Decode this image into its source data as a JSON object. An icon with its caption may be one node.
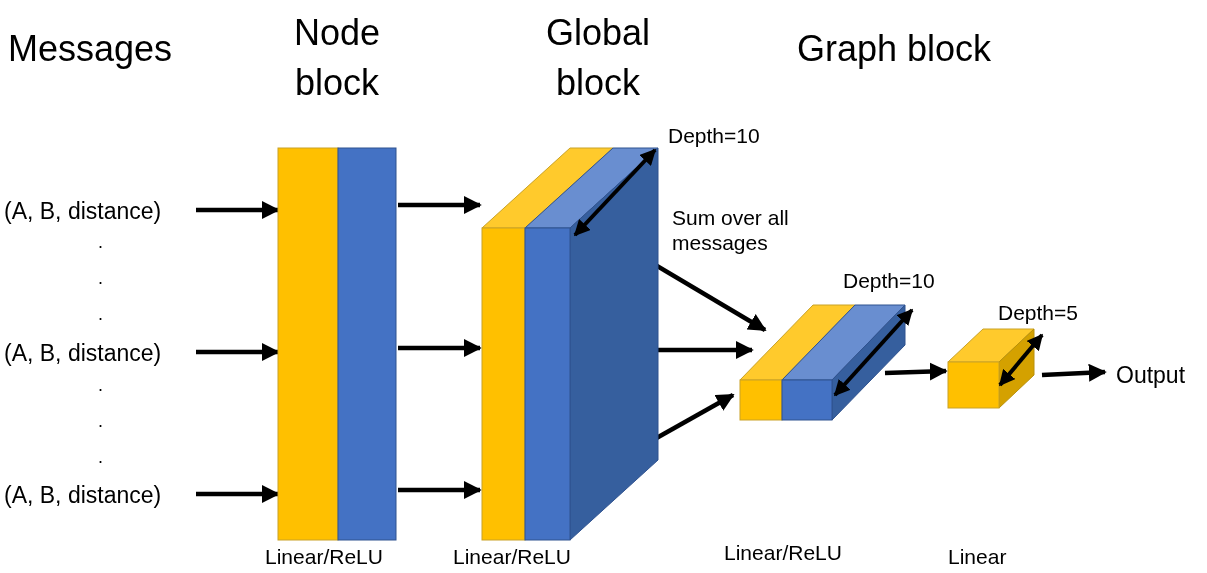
{
  "diagram": {
    "nodes": [
      {
        "text": [
          "(A, B, distance)"
        ]
      },
      {
        "text": [
          "(A, B, distance)"
        ]
      },
      {
        "text": [
          "(A, B, distance)"
        ]
      },
      {
        "text": [
          "Node block"
        ],
        "beside": [
          "Linear/ReLU"
        ]
      },
      {
        "text": [
          "Global block"
        ],
        "beside": [
          "Depth=10",
          "Linear/ReLU"
        ]
      },
      {
        "text": [],
        "shape": "box",
        "beside": [
          "Depth=10"
        ]
      },
      {
        "text": [],
        "shape": "box",
        "beside": [
          "Depth=5"
        ]
      },
      {
        "text": [
          "Output"
        ]
      }
    ],
    "edges": [
      {
        "from": 0,
        "to": 3,
        "arrow": "to"
      },
      {
        "from": 1,
        "to": 3,
        "arrow": "to"
      },
      {
        "from": 2,
        "to": 3,
        "arrow": "to"
      },
      {
        "from": 3,
        "to": 4,
        "arrow": "to"
      },
      {
        "from": 3,
        "to": 4,
        "arrow": "to"
      },
      {
        "from": 3,
        "to": 4,
        "arrow": "to"
      },
      {
        "from": 4,
        "to": 5,
        "arrow": "to"
      },
      {
        "from": 4,
        "to": 5,
        "arrow": "to"
      },
      {
        "from": 4,
        "to": 5,
        "arrow": "to"
      },
      {
        "from": 5,
        "to": 6,
        "arrow": "to"
      },
      {
        "from": 6,
        "to": 7,
        "arrow": "to"
      }
    ],
    "labels": [
      "Messages",
      "Graph block",
      ".",
      ".",
      ".",
      "Sum over all messages",
      ".",
      ".",
      ".",
      "Linear/ReLU",
      "Linear"
    ]
  }
}
